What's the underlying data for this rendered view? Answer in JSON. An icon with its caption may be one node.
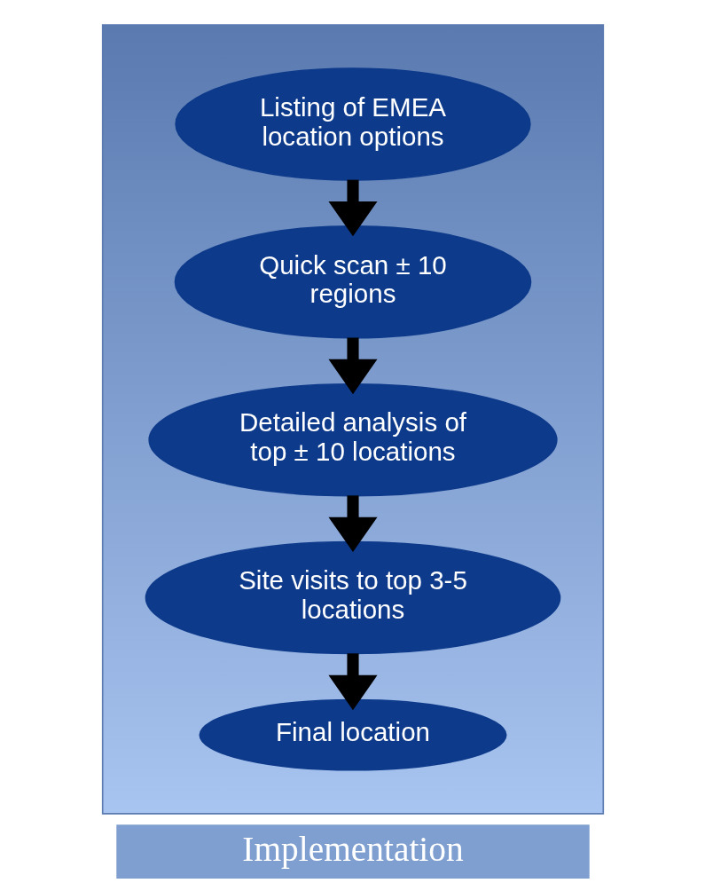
{
  "diagram": {
    "nodes": [
      {
        "text": [],
        "shape": "trapezoid"
      },
      {
        "text": [
          "Listing of EMEA location options"
        ],
        "in": 0
      },
      {
        "text": [
          "Quick scan ± 10 regions"
        ],
        "in": 0
      },
      {
        "text": [
          "Detailed analysis of top ± 10 locations"
        ],
        "in": 0
      },
      {
        "text": [
          "Site visits to top 3-5 locations"
        ],
        "in": 0
      },
      {
        "text": [
          "Final location"
        ],
        "in": 0
      },
      {
        "text": [
          "Implementation"
        ]
      }
    ],
    "edges": [
      {
        "from": 1,
        "to": 2,
        "arrow": "to"
      },
      {
        "from": 2,
        "to": 3,
        "arrow": "to"
      },
      {
        "from": 3,
        "to": 4,
        "arrow": "to"
      },
      {
        "from": 4,
        "to": 5,
        "arrow": "to"
      }
    ]
  }
}
